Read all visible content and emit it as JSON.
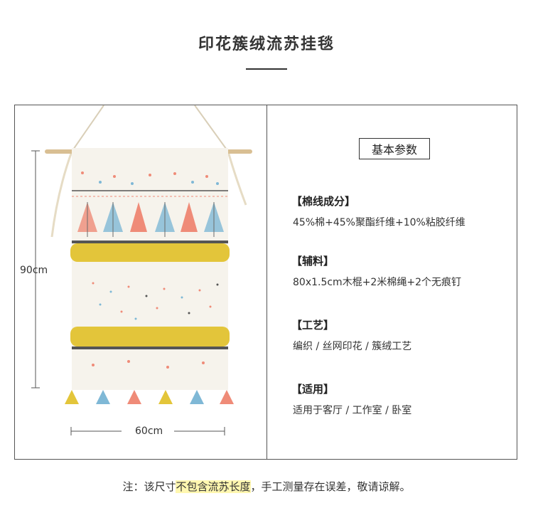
{
  "page": {
    "title": "印花簇绒流苏挂毯"
  },
  "dimensions": {
    "height_label": "90cm",
    "width_label": "60cm"
  },
  "specs": {
    "header": "基本参数",
    "items": [
      {
        "label": "【棉线成分】",
        "value": "45%棉+45%聚酯纤维+10%粘胶纤维"
      },
      {
        "label": "【辅料】",
        "value": "80x1.5cm木棍+2米棉绳+2个无痕钉"
      },
      {
        "label": "【工艺】",
        "value": "编织 / 丝网印花 / 簇绒工艺"
      },
      {
        "label": "【适用】",
        "value": "适用于客厅 / 工作室 / 卧室"
      }
    ]
  },
  "note": {
    "prefix": "注：该尺寸",
    "highlight": "不包含流苏长度",
    "suffix": "，手工测量存在误差，敬请谅解。"
  },
  "colors": {
    "yellow_tuft": "#e3c53a",
    "coral": "#ef8b78",
    "blue": "#7fb8d6",
    "rug_base": "#f6f3ec"
  }
}
